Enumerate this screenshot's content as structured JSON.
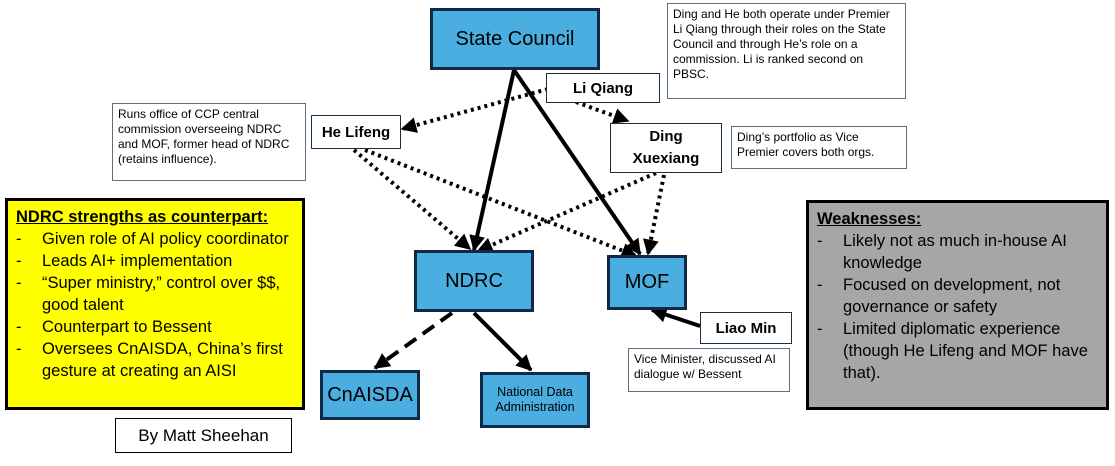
{
  "nodes": {
    "state_council": "State Council",
    "ndrc": "NDRC",
    "mof": "MOF",
    "cnaisda": "CnAISDA",
    "nda": "National Data Administration",
    "li_qiang": "Li Qiang",
    "he_lifeng": "He Lifeng",
    "ding_xuexiang": "Ding Xuexiang",
    "liao_min": "Liao Min"
  },
  "notes": {
    "premier": "Ding and He both operate under Premier Li Qiang through their roles on the State Council and through He’s role on a commission. Li is ranked second on PBSC.",
    "he_lifeng": "Runs office of CCP central commission overseeing NDRC and MOF, former head of NDRC (retains influence).",
    "ding": "Ding’s portfolio as Vice Premier covers both orgs.",
    "liao": "Vice Minister, discussed AI dialogue w/ Bessent"
  },
  "strengths": {
    "title": "NDRC strengths as counterpart:",
    "items": [
      "Given role of AI policy coordinator",
      "Leads AI+ implementation",
      "“Super ministry,” control over $$, good talent",
      "Counterpart to Bessent",
      "Oversees CnAISDA, China’s first gesture at creating an AISI"
    ],
    "bg_color": "#ffff00"
  },
  "weaknesses": {
    "title": "Weaknesses:",
    "items": [
      "Likely not as much in-house AI knowledge",
      "Focused on development, not governance or safety",
      "Limited diplomatic experience (though He Lifeng and MOF have that)."
    ],
    "bg_color": "#a6a6a6"
  },
  "byline": "By Matt Sheehan",
  "colors": {
    "org_fill": "#4aaee0",
    "org_border": "#0e2a47",
    "edge": "#000000"
  }
}
